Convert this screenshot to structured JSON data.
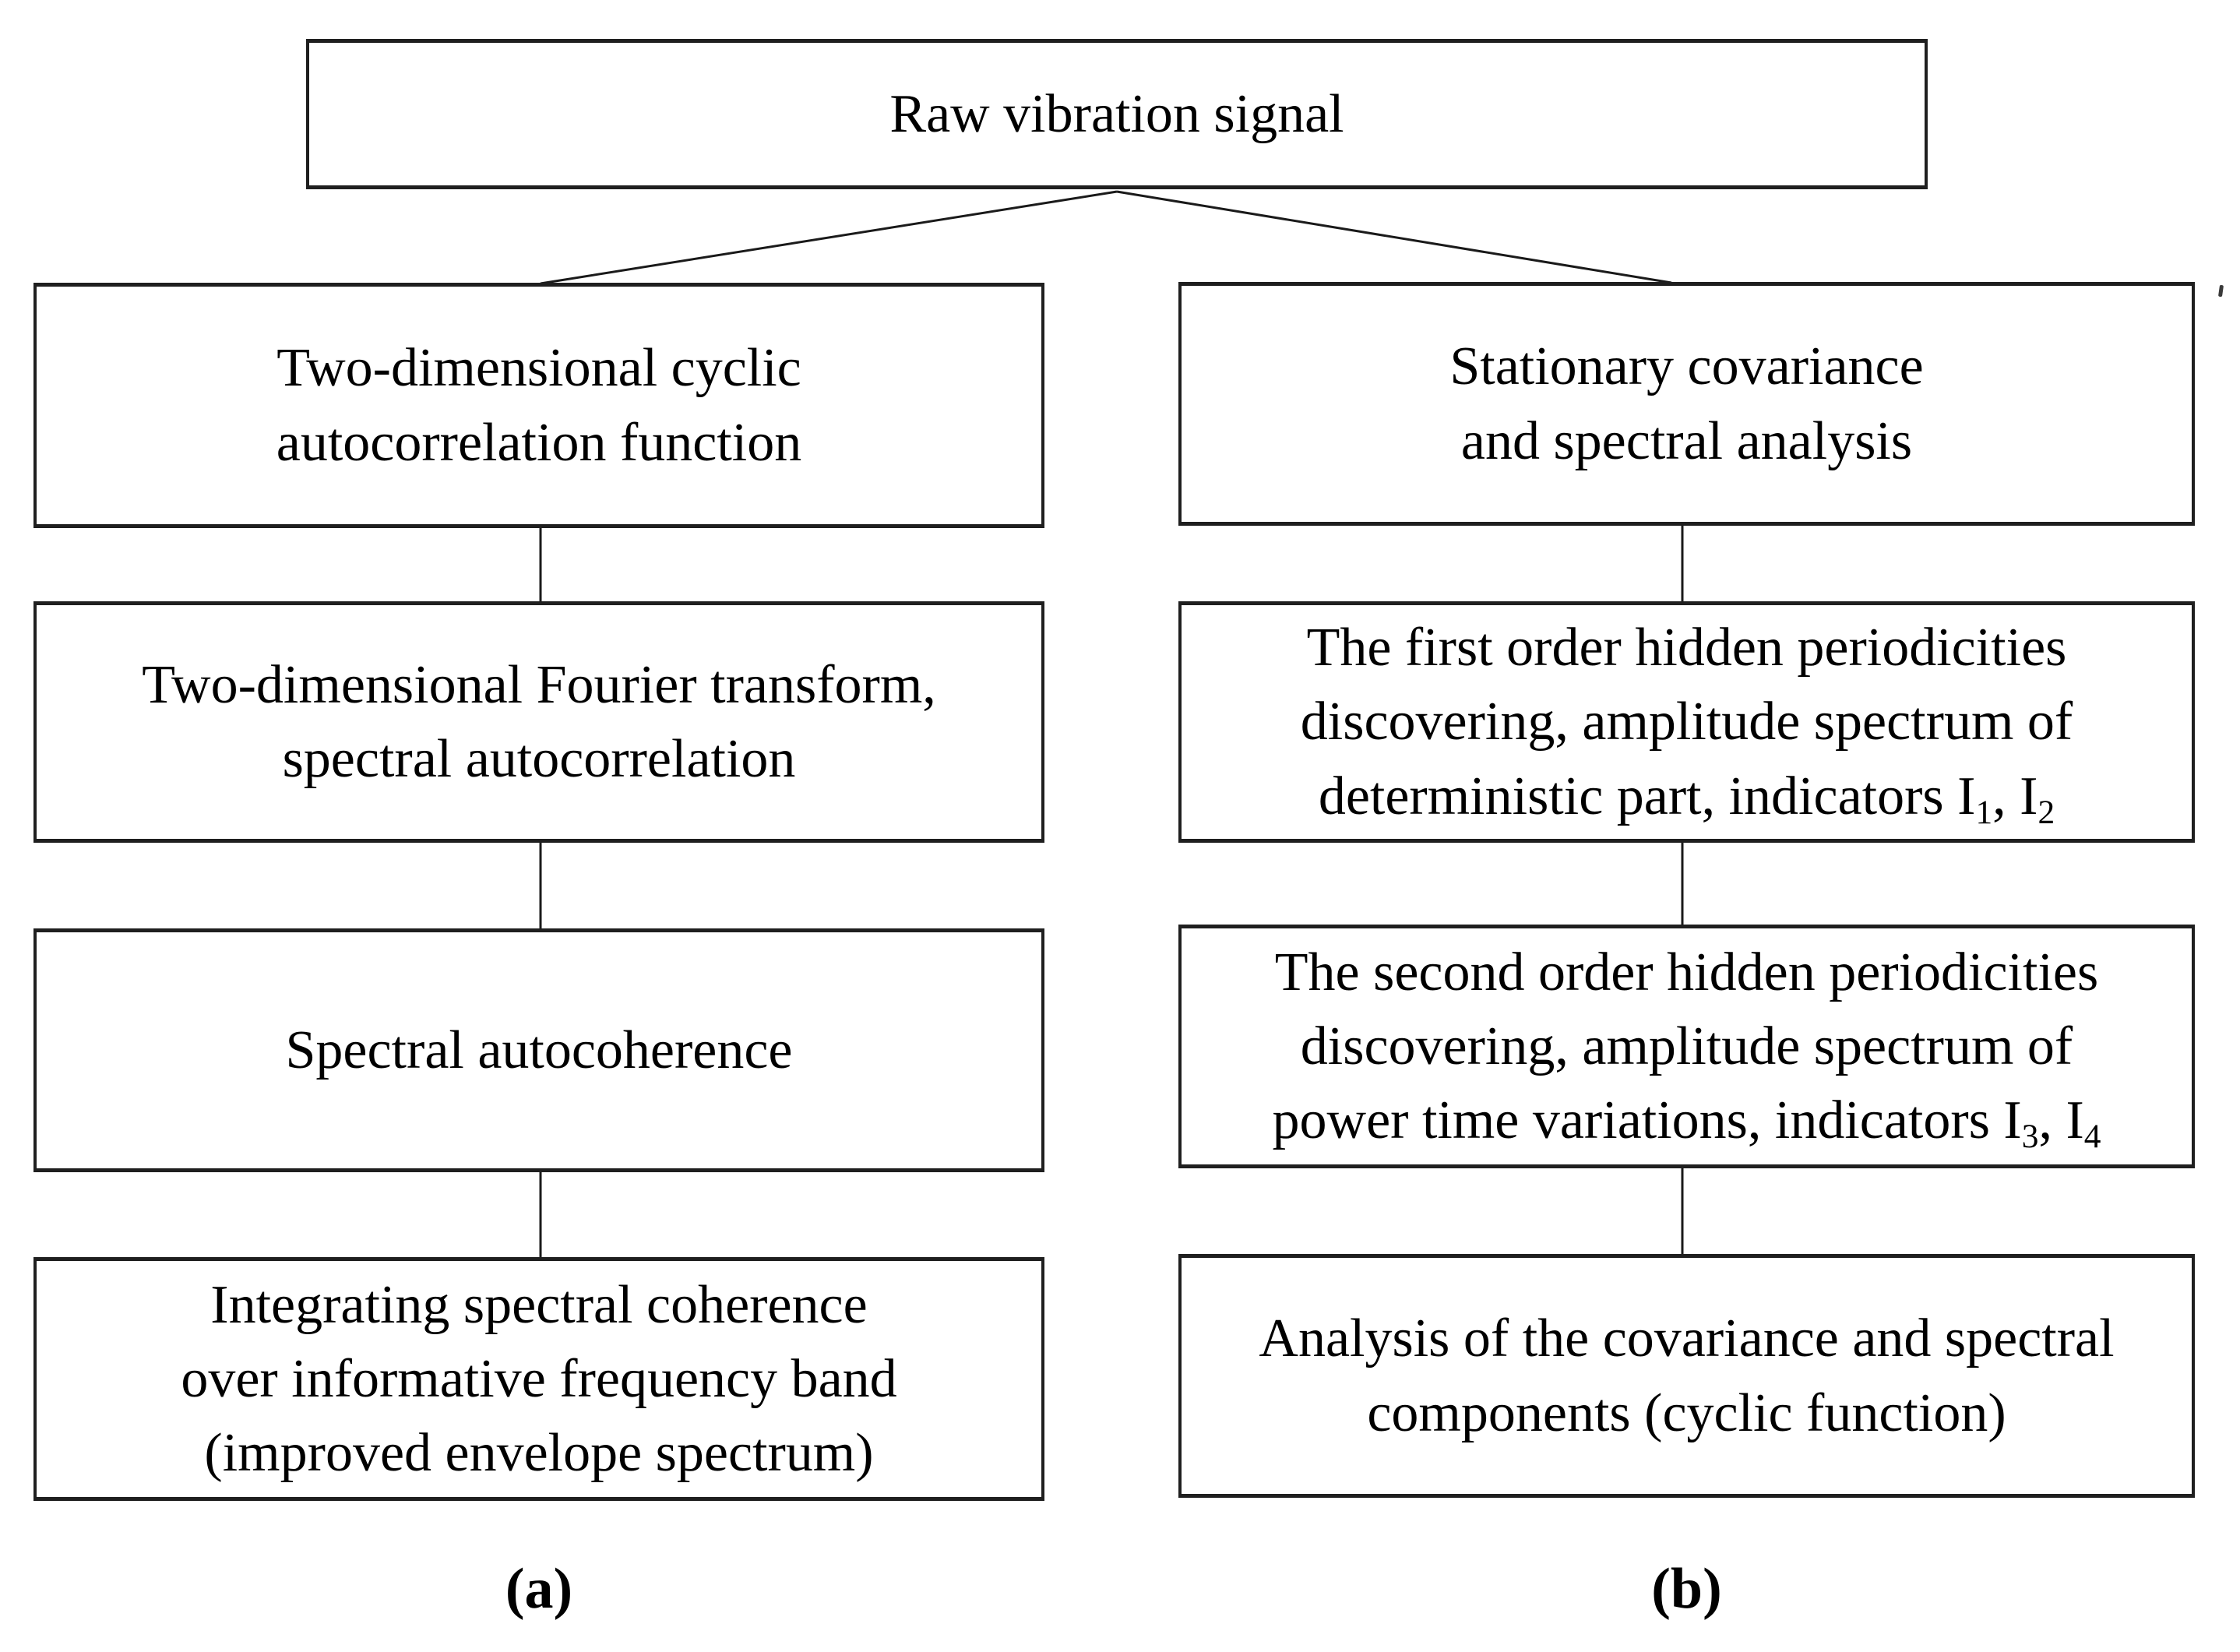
{
  "figure": {
    "root": {
      "label": "Raw vibration signal"
    },
    "captions": {
      "a": "(a)",
      "b": "(b)"
    },
    "boxes": {
      "a1": {
        "lines": [
          [
            "Two-dimensional cyclic"
          ],
          [
            "autocorrelation function"
          ]
        ]
      },
      "a2": {
        "lines": [
          [
            "Two-dimensional Fourier transform,"
          ],
          [
            "spectral autocorrelation"
          ]
        ]
      },
      "a3": {
        "lines": [
          [
            "Spectral autocoherence"
          ]
        ]
      },
      "a4": {
        "lines": [
          [
            "Integrating spectral coherence"
          ],
          [
            "over informative frequency band"
          ],
          [
            "(improved envelope spectrum)"
          ]
        ]
      },
      "b1": {
        "lines": [
          [
            "Stationary covariance"
          ],
          [
            "and spectral analysis"
          ]
        ]
      },
      "b2": {
        "lines": [
          [
            "The first order hidden periodicities"
          ],
          [
            "discovering, amplitude spectrum of"
          ],
          [
            "deterministic part, indicators I",
            {
              "sub": "1"
            },
            ", I",
            {
              "sub": "2"
            }
          ]
        ]
      },
      "b3": {
        "lines": [
          [
            "The second order hidden periodicities"
          ],
          [
            "discovering, amplitude spectrum of"
          ],
          [
            "power time variations, indicators I",
            {
              "sub": "3"
            },
            ", I",
            {
              "sub": "4"
            }
          ]
        ]
      },
      "b4": {
        "lines": [
          [
            "Analysis of the covariance and spectral"
          ],
          [
            "components (cyclic function)"
          ]
        ]
      }
    },
    "colors": {
      "background": "#ffffff",
      "text": "#000000",
      "border": "#1f1f1f",
      "line": "#1a1a1a"
    }
  }
}
